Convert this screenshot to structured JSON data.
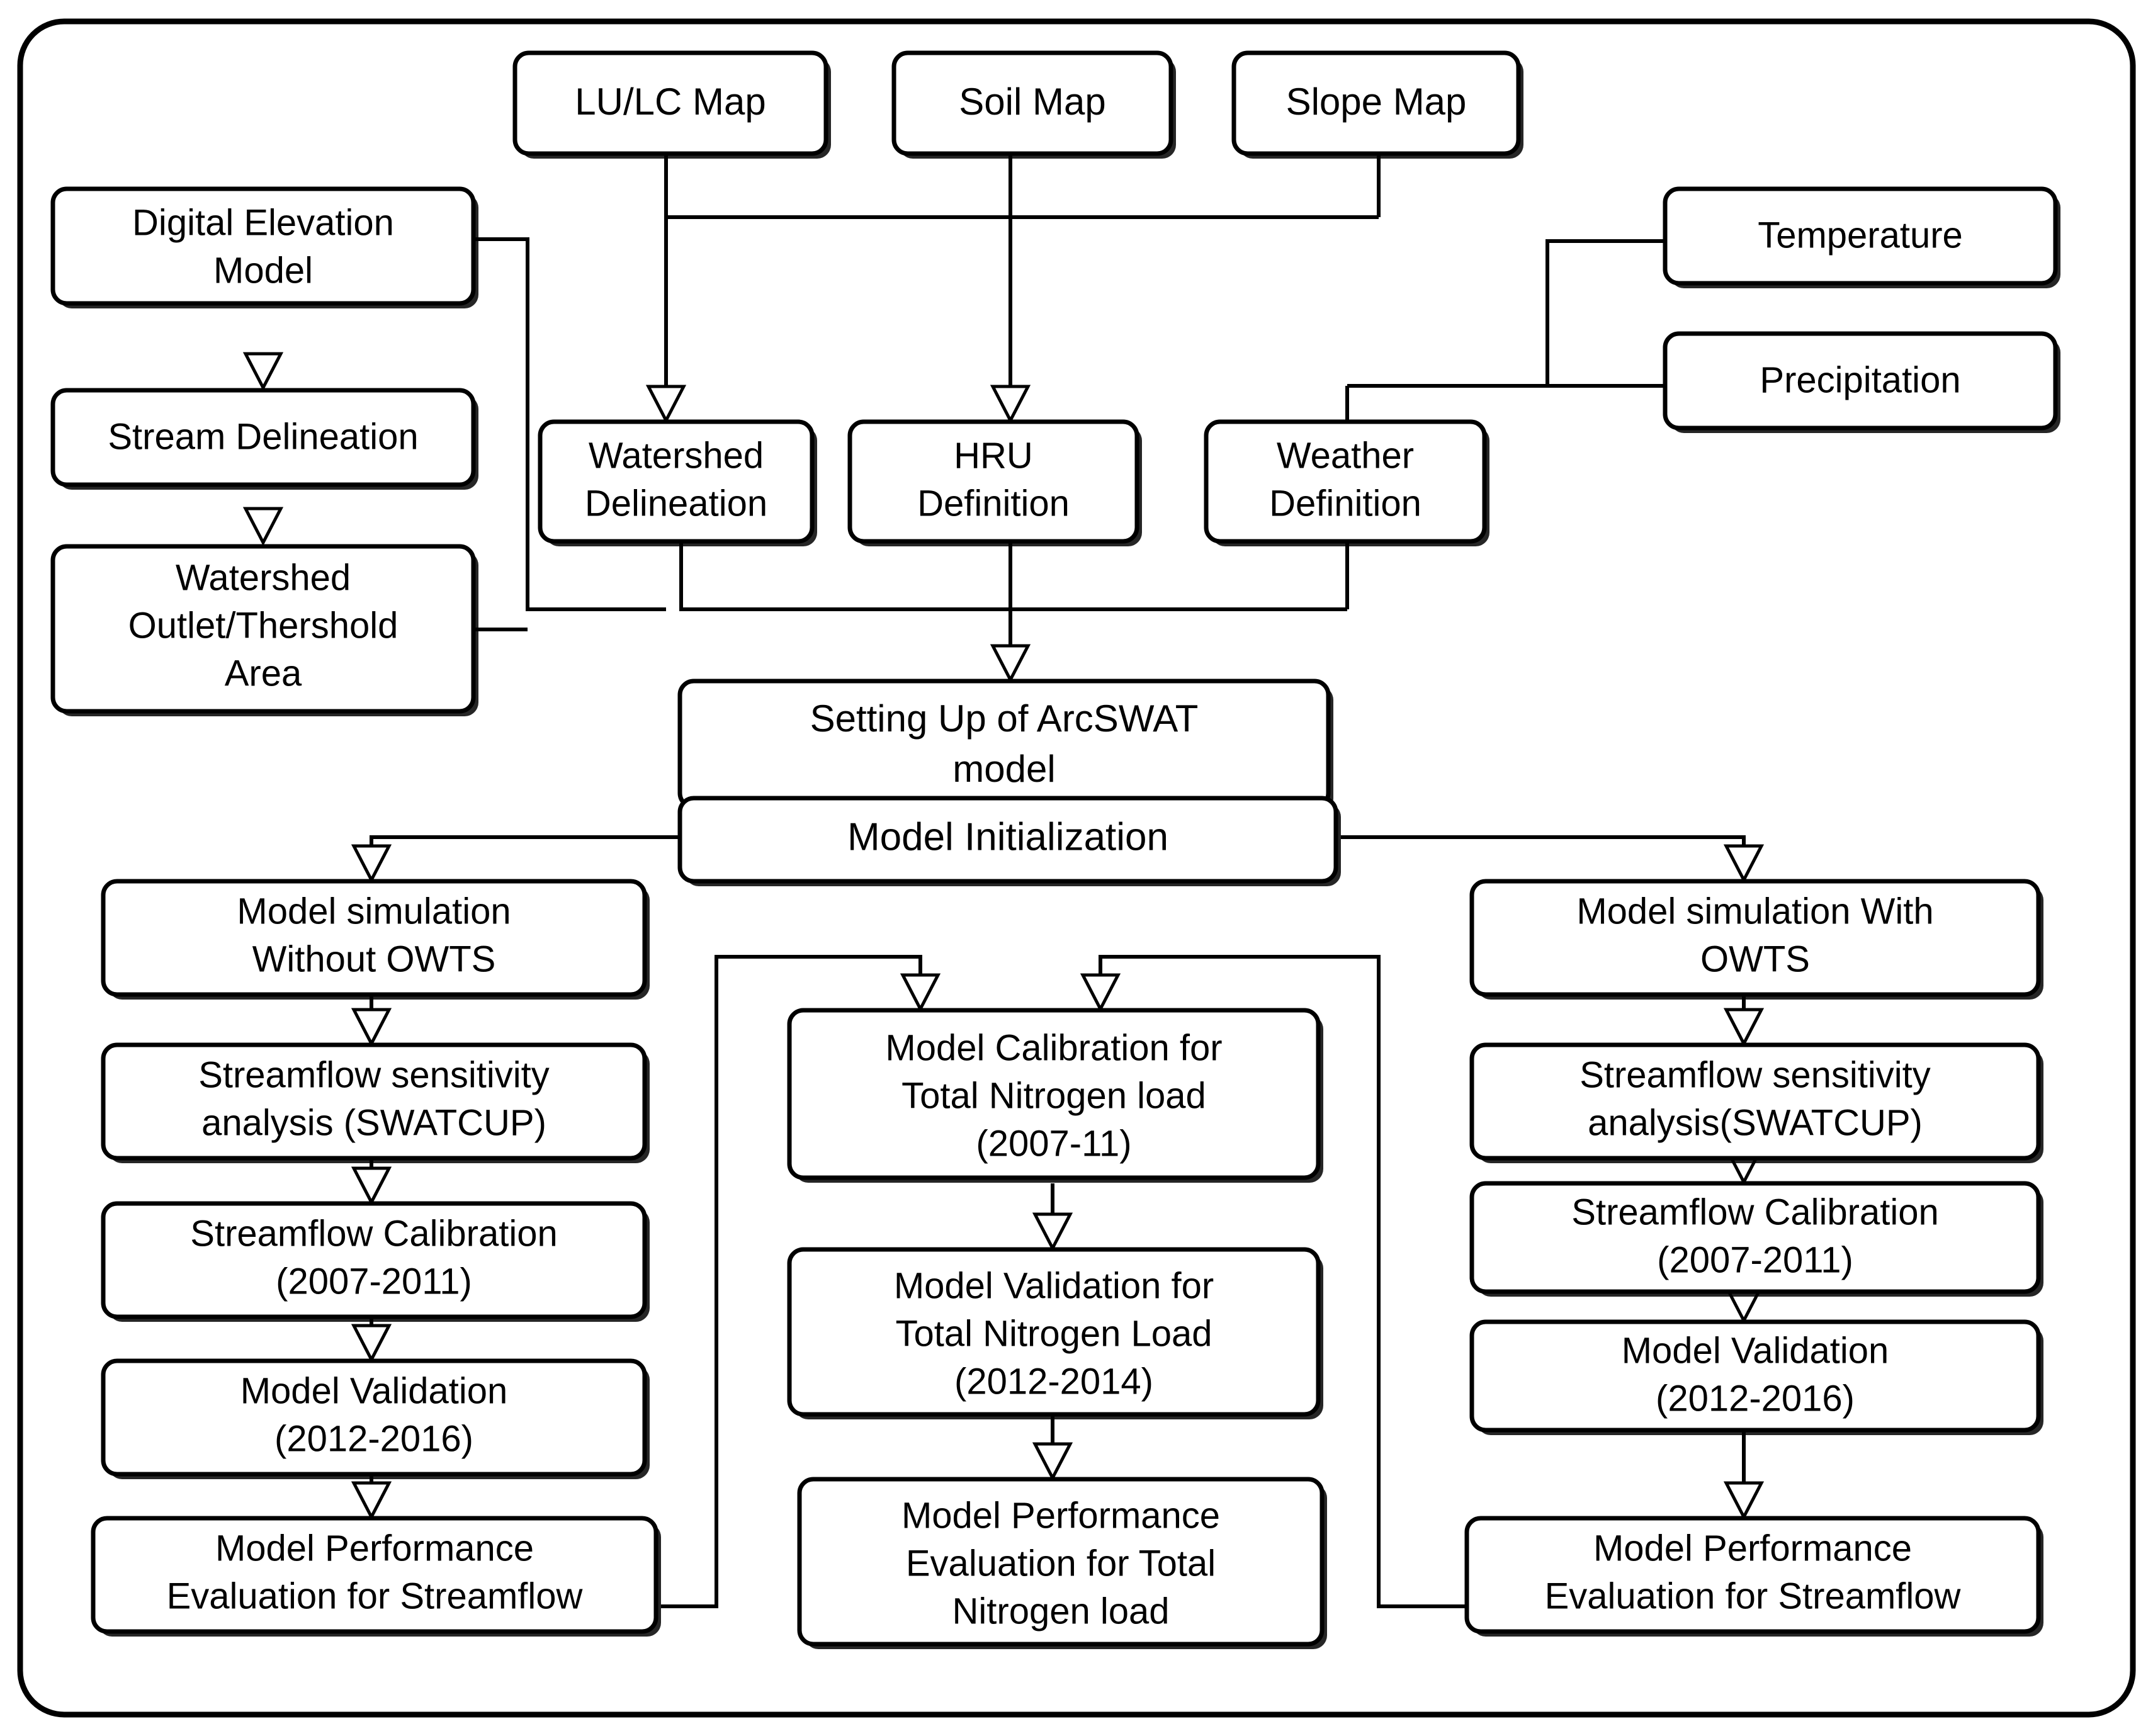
{
  "diagram": {
    "title": "ArcSWAT modelling methodology flowchart",
    "type": "flowchart",
    "background_color": "#ffffff",
    "line_color": "#000000",
    "box_fill_color": "#ffffff"
  },
  "nodes": {
    "lulc_map": {
      "label": "LU/LC Map"
    },
    "soil_map": {
      "label": "Soil Map"
    },
    "slope_map": {
      "label": "Slope Map"
    },
    "dem": {
      "line1": "Digital Elevation",
      "line2": "Model"
    },
    "stream_delineation": {
      "label": "Stream Delineation"
    },
    "watershed_outlet": {
      "line1": "Watershed",
      "line2": "Outlet/Thershold",
      "line3": "Area"
    },
    "temperature": {
      "label": "Temperature"
    },
    "precipitation": {
      "label": "Precipitation"
    },
    "watershed_delineation": {
      "line1": "Watershed",
      "line2": "Delineation"
    },
    "hru_definition": {
      "line1": "HRU",
      "line2": "Definition"
    },
    "weather_definition": {
      "line1": "Weather",
      "line2": "Definition"
    },
    "arcswat_setup": {
      "line1": "Setting Up of ArcSWAT",
      "line2": "model"
    },
    "model_initialization": {
      "label": "Model Initialization"
    },
    "sim_without_owts": {
      "line1": "Model simulation",
      "line2": "Without OWTS"
    },
    "sens_without_owts": {
      "line1": "Streamflow sensitivity",
      "line2": "analysis (SWATCUP)"
    },
    "calib_without_owts": {
      "line1": "Streamflow Calibration",
      "line2": "(2007-2011)"
    },
    "valid_without_owts": {
      "line1": "Model Validation",
      "line2": "(2012-2016)"
    },
    "perf_without_owts": {
      "line1": "Model Performance",
      "line2": "Evaluation for Streamflow"
    },
    "sim_with_owts": {
      "line1": "Model simulation With",
      "line2": "OWTS"
    },
    "sens_with_owts": {
      "line1": "Streamflow  sensitivity",
      "line2": "analysis(SWATCUP)"
    },
    "calib_with_owts": {
      "line1": "Streamflow Calibration",
      "line2": "(2007-2011)"
    },
    "valid_with_owts": {
      "line1": "Model Validation",
      "line2": "(2012-2016)"
    },
    "perf_with_owts": {
      "line1": "Model Performance",
      "line2": "Evaluation for Streamflow"
    },
    "n_calibration": {
      "line1": "Model Calibration for",
      "line2": "Total Nitrogen load",
      "line3": "(2007-11)"
    },
    "n_validation": {
      "line1": "Model Validation for",
      "line2": "Total Nitrogen Load",
      "line3": "(2012-2014)"
    },
    "n_performance": {
      "line1": "Model Performance",
      "line2": "Evaluation for Total",
      "line3": "Nitrogen load"
    }
  }
}
